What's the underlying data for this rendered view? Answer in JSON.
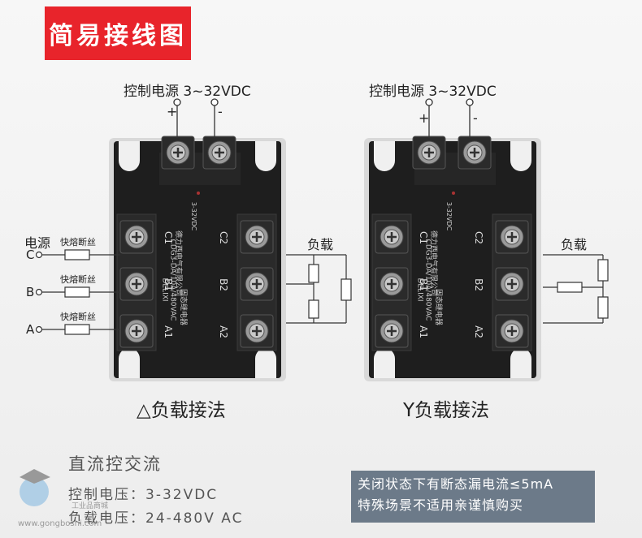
{
  "header": {
    "title": "简易接线图"
  },
  "control_label": "控制电源 3~32VDC",
  "plus": "+",
  "minus": "-",
  "left_diagram": {
    "power_label": "电源",
    "phases": [
      "C",
      "B",
      "A"
    ],
    "fuses": [
      "快熔断丝",
      "快熔断丝",
      "快熔断丝"
    ],
    "load_label": "负载",
    "caption": "△负载接法"
  },
  "right_diagram": {
    "load_label": "负载",
    "caption": "Y负载接法"
  },
  "relay": {
    "terminals": [
      "C1",
      "B1",
      "A1",
      "C2",
      "B2",
      "A2"
    ],
    "model": "CDG3-DA/10A/480VAC",
    "brand": "DELIXI",
    "maker": "德力西电气有限公司",
    "type": "固态继电器",
    "control_marking": "3-32VDC"
  },
  "spec": {
    "title": "直流控交流",
    "control": "控制电压：3-32VDC",
    "load": "负载电压：24-480V AC"
  },
  "notice": {
    "line1": "关闭状态下有断态漏电流≤5mA",
    "line2": "特殊场景不适用亲谨慎购买"
  },
  "watermark": {
    "cn": "工业品商城",
    "url": "www.gongboshi.com"
  }
}
